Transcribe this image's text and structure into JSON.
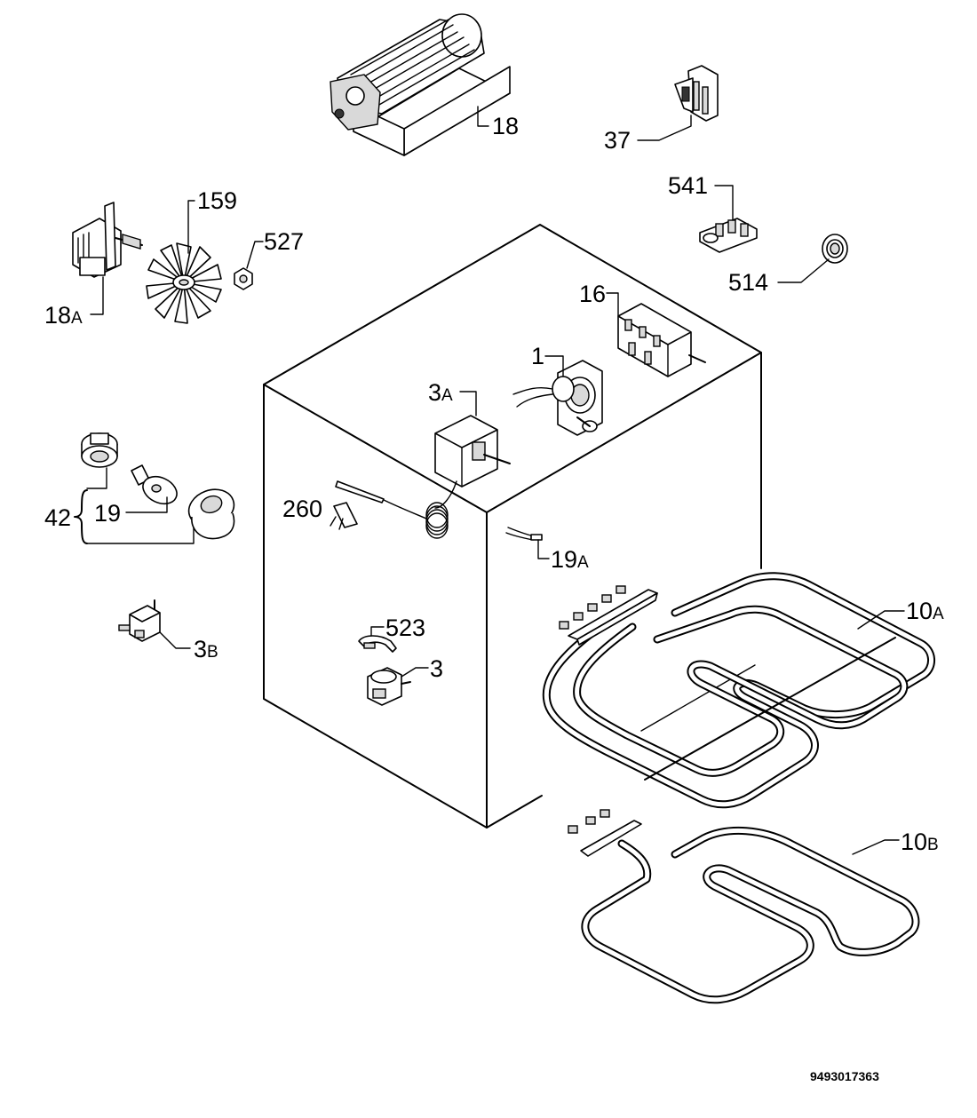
{
  "drawing_code": "9493017363",
  "parts": {
    "p18": {
      "num": "18",
      "sfx": ""
    },
    "p37": {
      "num": "37",
      "sfx": ""
    },
    "p159": {
      "num": "159",
      "sfx": ""
    },
    "p541": {
      "num": "541",
      "sfx": ""
    },
    "p527": {
      "num": "527",
      "sfx": ""
    },
    "p18a": {
      "num": "18",
      "sfx": "A"
    },
    "p514": {
      "num": "514",
      "sfx": ""
    },
    "p16": {
      "num": "16",
      "sfx": ""
    },
    "p1": {
      "num": "1",
      "sfx": ""
    },
    "p3a": {
      "num": "3",
      "sfx": "A"
    },
    "p42": {
      "num": "42",
      "sfx": ""
    },
    "p19": {
      "num": "19",
      "sfx": ""
    },
    "p260": {
      "num": "260",
      "sfx": ""
    },
    "p19a": {
      "num": "19",
      "sfx": "A"
    },
    "p10a": {
      "num": "10",
      "sfx": "A"
    },
    "p523": {
      "num": "523",
      "sfx": ""
    },
    "p3b": {
      "num": "3",
      "sfx": "B"
    },
    "p3": {
      "num": "3",
      "sfx": ""
    },
    "p10b": {
      "num": "10",
      "sfx": "B"
    }
  }
}
